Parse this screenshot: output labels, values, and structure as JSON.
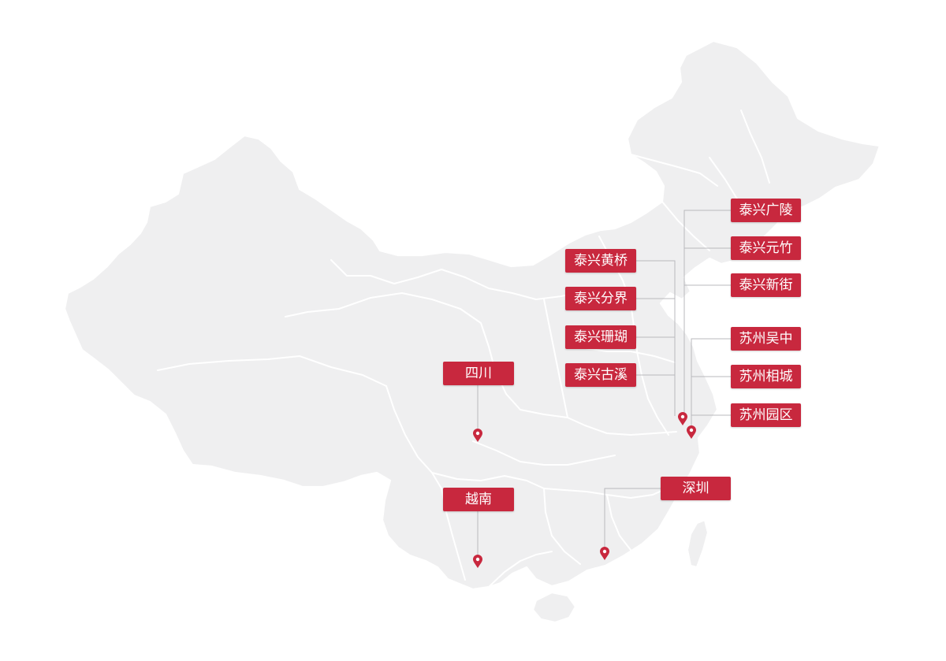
{
  "colors": {
    "land": "#efeff0",
    "borders": "#ffffff",
    "label_background": "#c8283e",
    "label_text": "#ffffff",
    "leader_line": "#b9b9bd",
    "marker": "#c8283e"
  },
  "labels": {
    "sichuan": "四川",
    "vietnam": "越南",
    "shenzhen": "深圳",
    "huangqiao": "泰兴黄桥",
    "fenjie": "泰兴分界",
    "shanhu": "泰兴珊瑚",
    "guxi": "泰兴古溪",
    "guangling": "泰兴广陵",
    "yuanzhu": "泰兴元竹",
    "xinjie": "泰兴新街",
    "wuzhong": "苏州吴中",
    "xiangcheng": "苏州相城",
    "yuanqu": "苏州园区"
  },
  "markers": [
    {
      "name": "sichuan-marker-icon",
      "icon": "map-pin"
    },
    {
      "name": "vietnam-marker-icon",
      "icon": "map-pin"
    },
    {
      "name": "shenzhen-marker-icon",
      "icon": "map-pin"
    },
    {
      "name": "taixing-marker-icon",
      "icon": "map-pin"
    },
    {
      "name": "suzhou-marker-icon",
      "icon": "map-pin"
    }
  ]
}
